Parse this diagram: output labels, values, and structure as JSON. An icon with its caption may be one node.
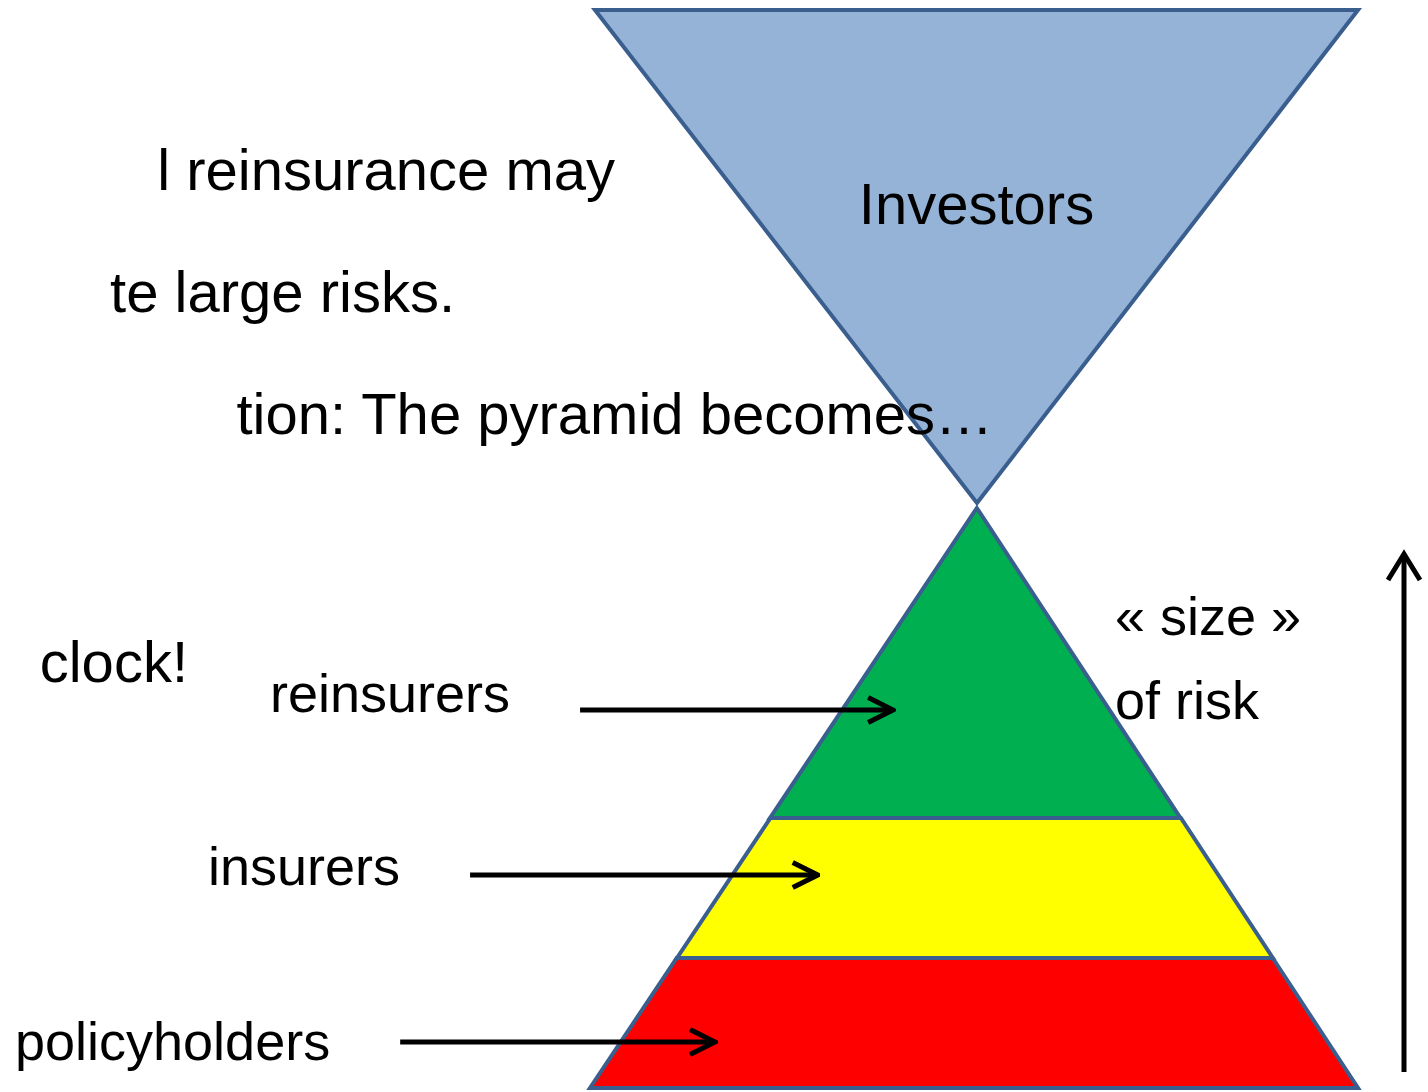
{
  "diagram": {
    "nodes": [
      {
        "text": [
          "Investors"
        ]
      },
      {
        "text": [],
        "shape": "triangle"
      },
      {
        "text": [],
        "shape": "band"
      },
      {
        "text": [],
        "shape": "band"
      },
      {
        "text": [
          "reinsurers"
        ]
      },
      {
        "text": [
          "insurers"
        ]
      },
      {
        "text": [
          "policyholders"
        ]
      }
    ],
    "edges": [
      {
        "from": 4,
        "to": 1,
        "arrow": "to"
      },
      {
        "from": 5,
        "to": 2,
        "arrow": "to"
      },
      {
        "from": 6,
        "to": 3,
        "arrow": "to"
      }
    ],
    "labels": [
      "l reinsurance may",
      "te large risks.",
      "tion: The pyramid becomes…",
      "clock!",
      "« size » of risk"
    ]
  }
}
